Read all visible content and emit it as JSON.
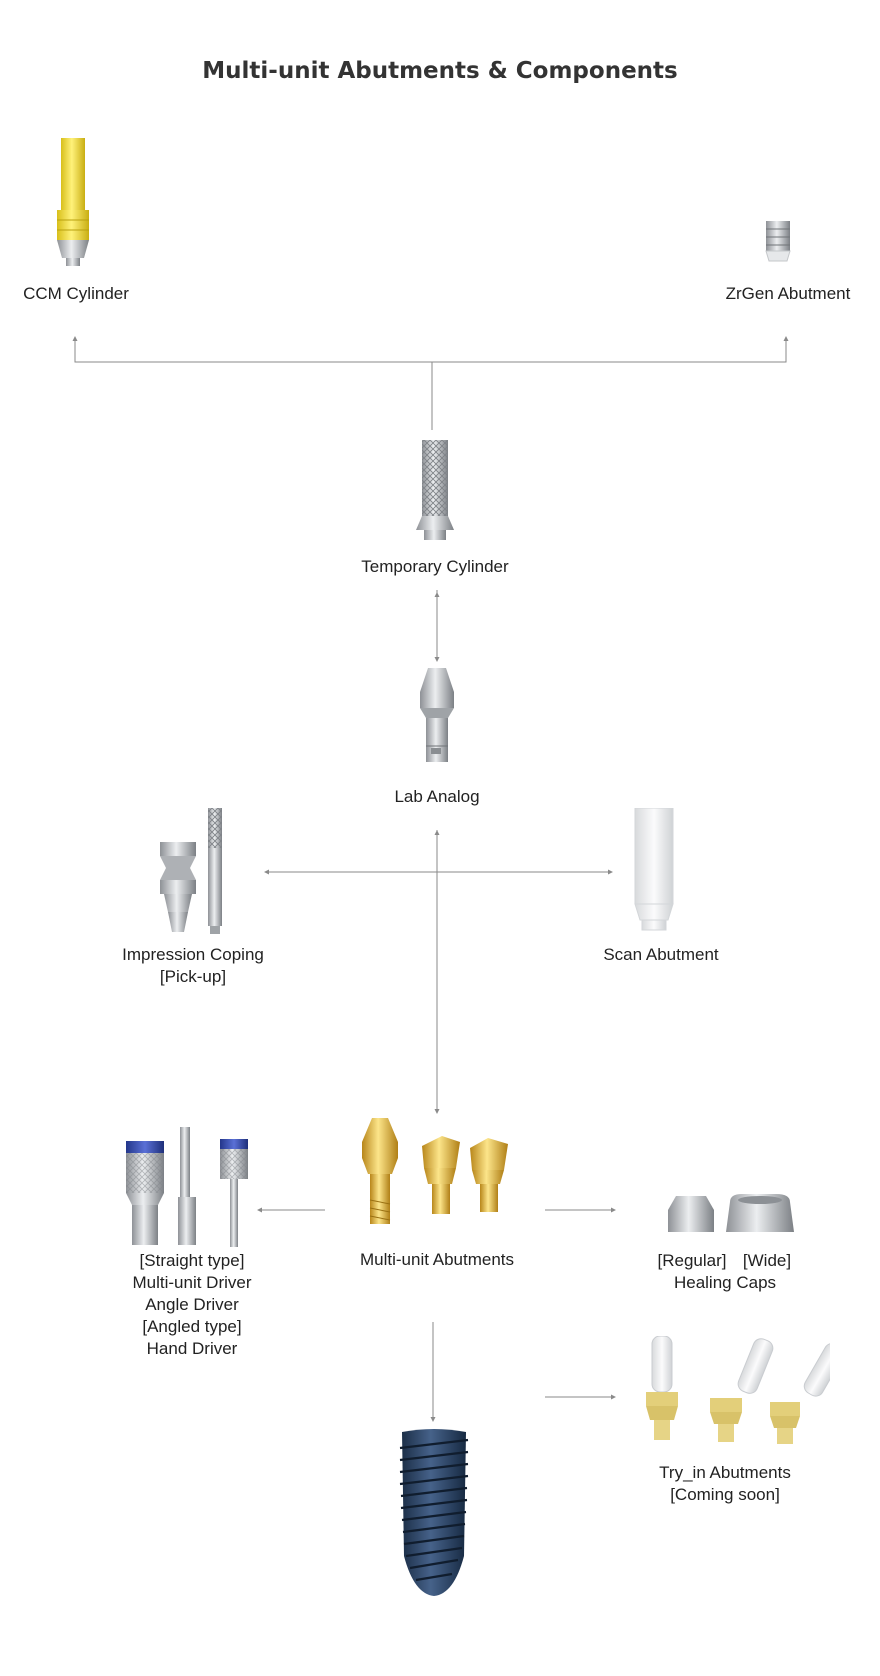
{
  "title": "Multi-unit Abutments & Components",
  "labels": {
    "ccm_cylinder": "CCM Cylinder",
    "zrgen_abutment": "ZrGen Abutment",
    "temporary_cylinder": "Temporary Cylinder",
    "lab_analog": "Lab Analog",
    "impression_coping_1": "Impression Coping",
    "impression_coping_2": "[Pick-up]",
    "scan_abutment": "Scan Abutment",
    "multi_unit_abutments": "Multi-unit Abutments",
    "driver_1": "[Straight type]",
    "driver_2": "Multi-unit Driver",
    "driver_3": "Angle Driver",
    "driver_4": "[Angled type]",
    "driver_5": "Hand Driver",
    "caps_regular": "[Regular]",
    "caps_wide": "[Wide]",
    "caps_name": "Healing Caps",
    "tryin_1": "Try_in Abutments",
    "tryin_2": "[Coming soon]"
  },
  "colors": {
    "line": "#8a8a8a",
    "yellow": "#f2dc3c",
    "gold": "#e0b43a",
    "silver": "#b9bcc0",
    "navy": "#27405f",
    "blue_cap": "#3a4ea8",
    "white_part": "#eef0f2"
  }
}
